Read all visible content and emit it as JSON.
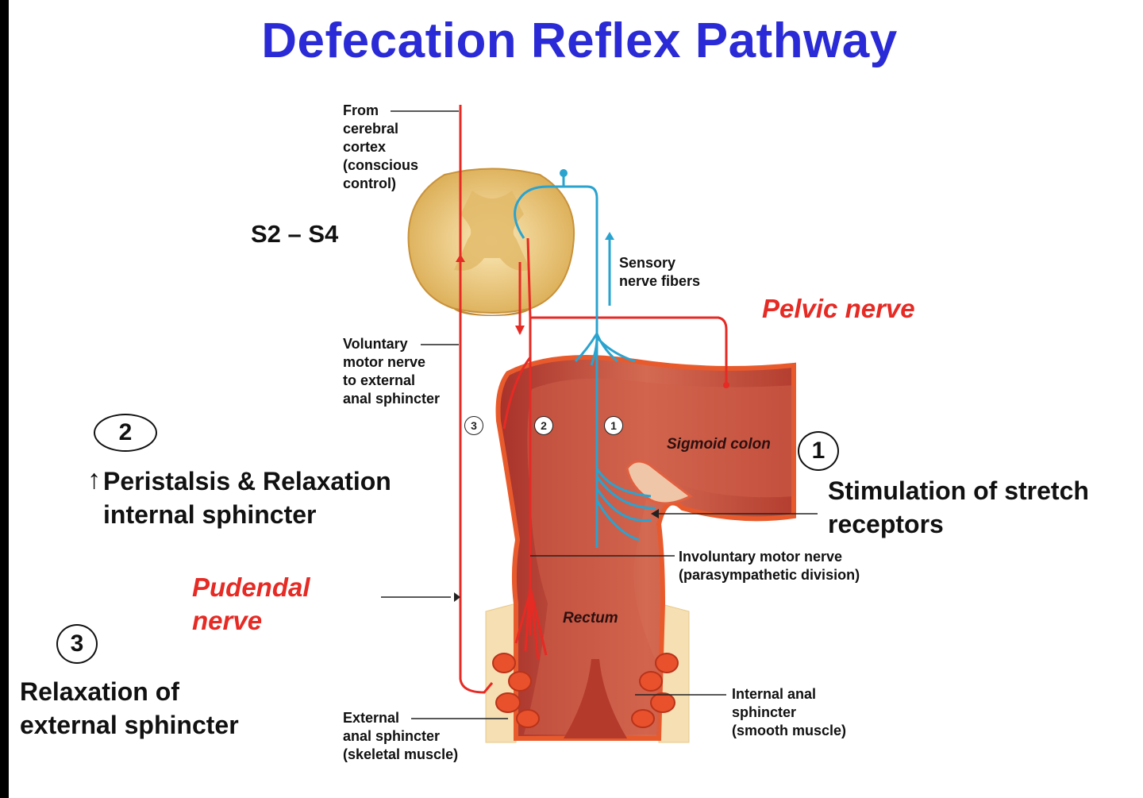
{
  "title": "Defecation Reflex Pathway",
  "labels": {
    "segment": "S2 – S4",
    "from_cortex": [
      "From",
      "cerebral",
      "cortex",
      "(conscious",
      "control)"
    ],
    "sensory": [
      "Sensory",
      "nerve fibers"
    ],
    "pelvic_nerve": "Pelvic nerve",
    "voluntary_motor": [
      "Voluntary",
      "motor nerve",
      "to external",
      "anal sphincter"
    ],
    "sigmoid_colon": "Sigmoid colon",
    "involuntary_motor": [
      "Involuntary motor nerve",
      "(parasympathetic division)"
    ],
    "pudendal_nerve": [
      "Pudendal",
      "nerve"
    ],
    "rectum": "Rectum",
    "internal_anal": [
      "Internal anal",
      "sphincter",
      "(smooth muscle)"
    ],
    "external_anal": [
      "External",
      "anal sphincter",
      "(skeletal muscle)"
    ]
  },
  "steps": {
    "step1": {
      "number": "1",
      "text": [
        "Stimulation of stretch",
        "receptors"
      ]
    },
    "step2": {
      "number": "2",
      "text": [
        "Peristalsis & Relaxation",
        "internal sphincter"
      ]
    },
    "step3": {
      "number": "3",
      "text": [
        "Relaxation of",
        "external sphincter"
      ]
    }
  },
  "pathway_markers": [
    "3",
    "2",
    "1"
  ],
  "colors": {
    "title": "#2a2ad6",
    "motor_nerve": "#e62a24",
    "sensory_nerve": "#2aa3cf",
    "colon_wall": "#c94a3a",
    "spinal_cord": "#f3d79a"
  }
}
